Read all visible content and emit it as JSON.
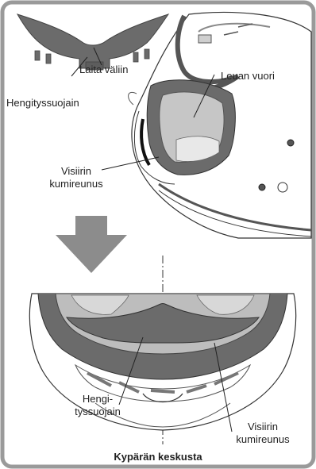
{
  "labels": {
    "laita_valiin": "Laita väliin",
    "hengityssuojain_top": "Hengityssuojain",
    "leuan_vuori": "Leuan vuori",
    "visiirin_top_line1": "Visiirin",
    "visiirin_top_line2": "kumireunus",
    "hengi_line1": "Hengi-",
    "hengi_line2": "tyssuojain",
    "visiirin_bottom_line1": "Visiirin",
    "visiirin_bottom_line2": "kumireunus",
    "caption": "Kypärän keskusta"
  },
  "colors": {
    "frame": "#9a9a9a",
    "helmet_gray": "#6d6d6d",
    "liner_gray": "#b5b5b5",
    "arrow_gray": "#8c8c8c",
    "line": "#222222"
  }
}
